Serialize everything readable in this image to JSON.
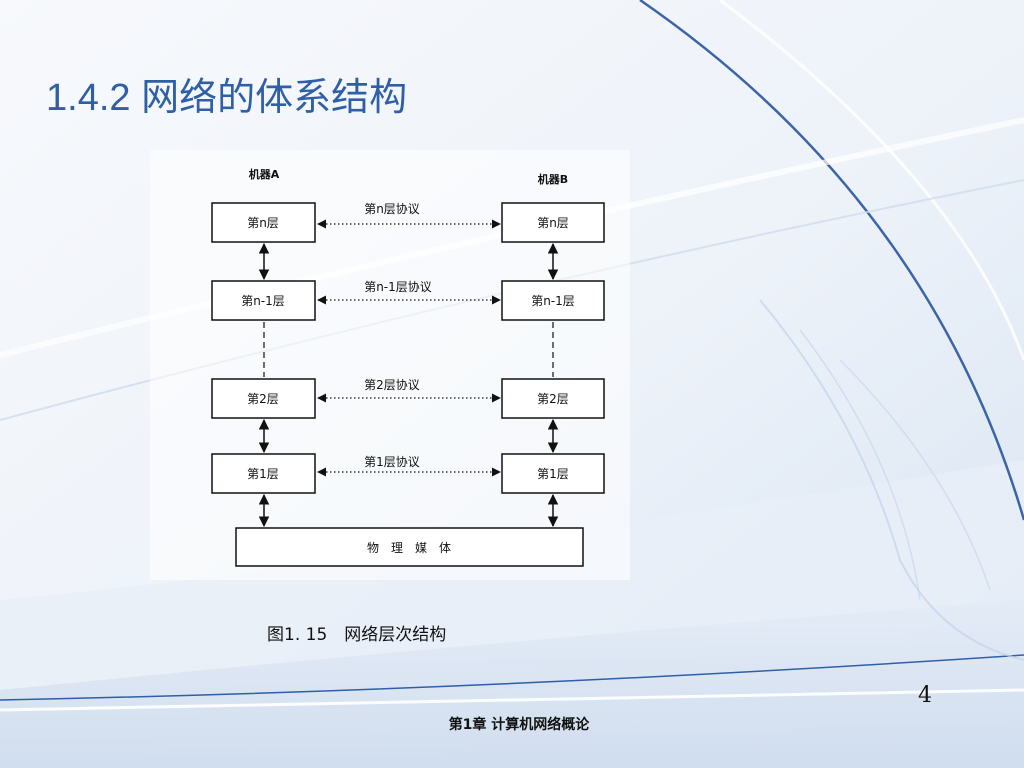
{
  "slide": {
    "title": "1.4.2 网络的体系结构",
    "caption": "图1. 15　网络层次结构",
    "page_number": "4",
    "footer": "第1章  计算机网络概论"
  },
  "diagram": {
    "machines": [
      "机器A",
      "机器B"
    ],
    "layers": [
      "第n层",
      "第n-1层",
      "第2层",
      "第1层"
    ],
    "protocols": [
      "第n层协议",
      "第n-1层协议",
      "第2层协议",
      "第1层协议"
    ],
    "medium": "物　理　媒　体"
  }
}
